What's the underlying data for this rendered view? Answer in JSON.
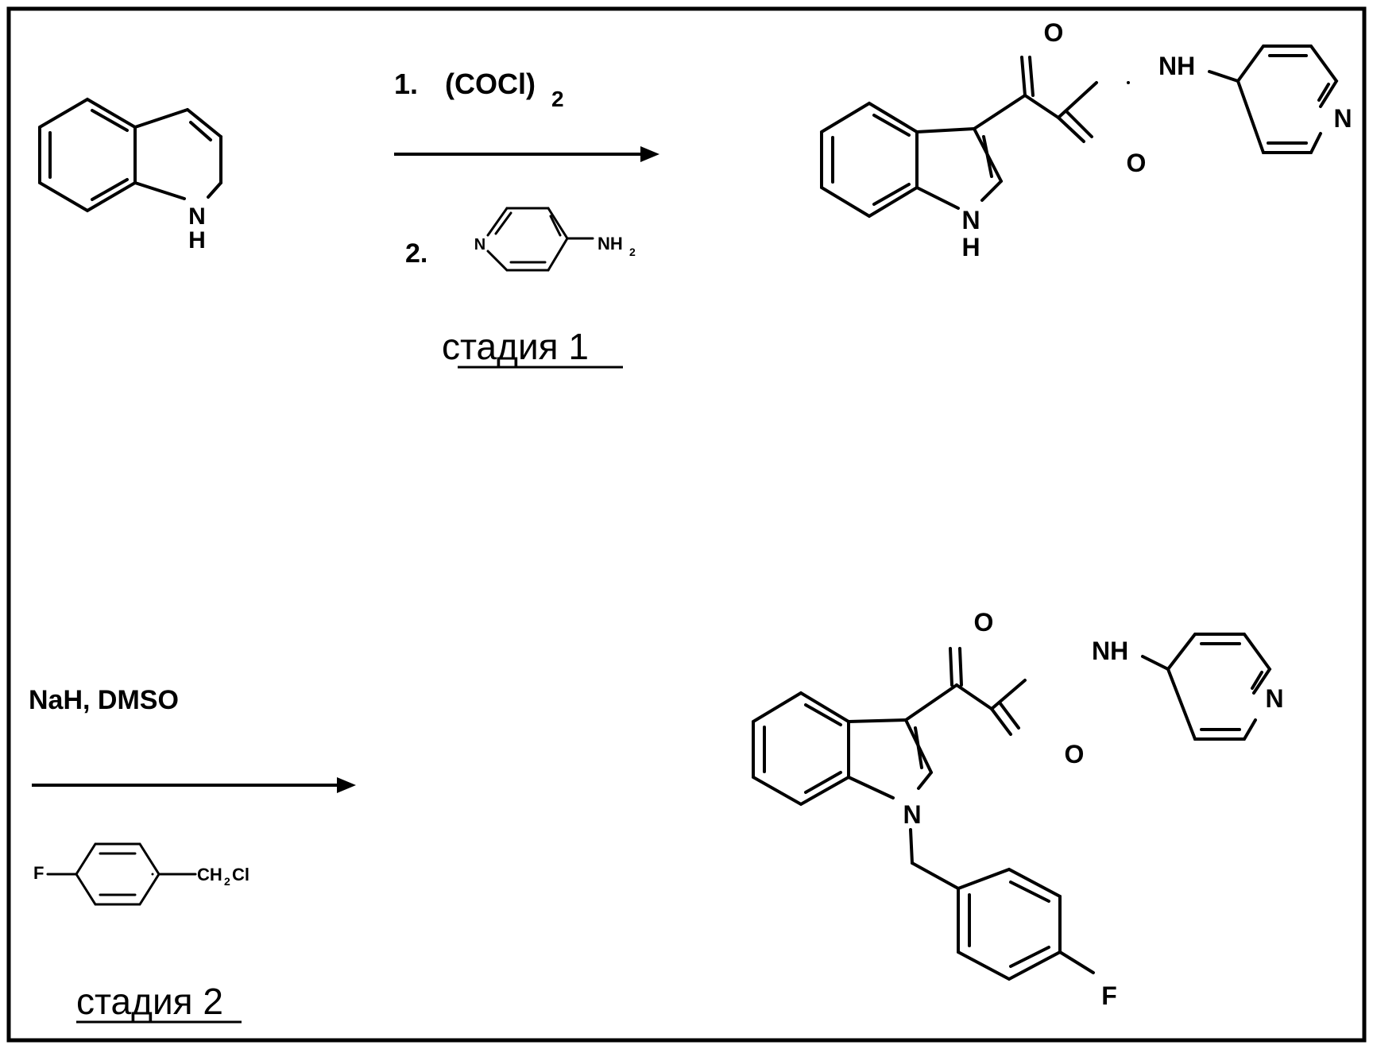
{
  "step1": {
    "reagent1_num": "1.",
    "reagent1": "(COCl)",
    "reagent1_sub": "2",
    "reagent2_num": "2.",
    "stage_label": "стадия 1"
  },
  "step2": {
    "reagent_conditions": "NaH, DMSO",
    "stage_label": "стадия 2"
  },
  "atoms": {
    "N": "N",
    "H": "H",
    "O": "O",
    "NH": "NH",
    "F": "F",
    "NH2": "NH",
    "NH2_sub": "2",
    "CH2Cl_a": "CH",
    "CH2Cl_sub": "2",
    "CH2Cl_b": "Cl"
  }
}
